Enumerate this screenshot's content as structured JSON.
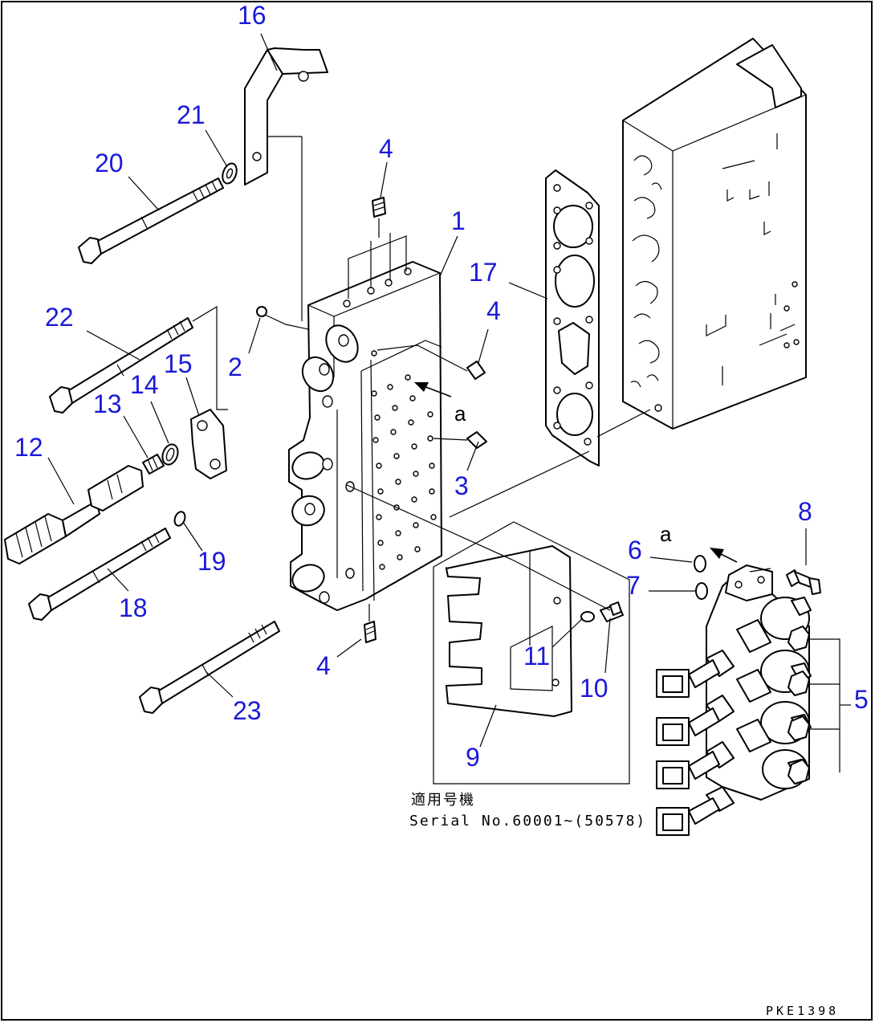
{
  "callouts": {
    "c1": "1",
    "c2": "2",
    "c3": "3",
    "c4a": "4",
    "c4b": "4",
    "c4c": "4",
    "c5": "5",
    "c6": "6",
    "c7": "7",
    "c8": "8",
    "c9": "9",
    "c10": "10",
    "c11": "11",
    "c12": "12",
    "c13": "13",
    "c14": "14",
    "c15": "15",
    "c16": "16",
    "c17": "17",
    "c18": "18",
    "c19": "19",
    "c20": "20",
    "c21": "21",
    "c22": "22",
    "c23": "23"
  },
  "view_marks": {
    "a1": "a",
    "a2": "a"
  },
  "applicability_note": {
    "heading": "適用号機",
    "serial": "Serial No.60001~(50578)"
  },
  "drawing_ref": "PKE1398",
  "colors": {
    "callout": "#1a1ad8",
    "line": "#000000"
  }
}
